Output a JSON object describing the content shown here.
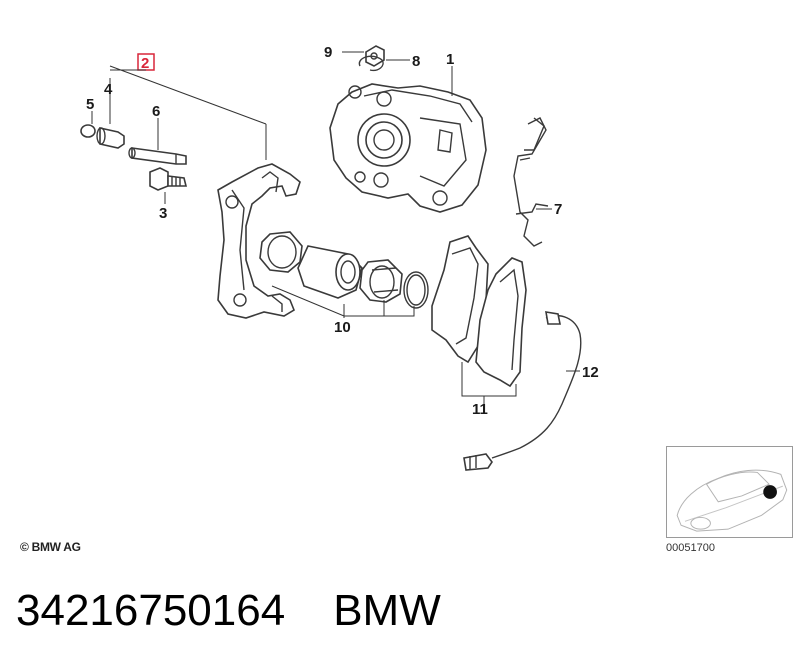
{
  "callouts": {
    "n1": "1",
    "n2": "2",
    "n3": "3",
    "n4": "4",
    "n5": "5",
    "n6": "6",
    "n7": "7",
    "n8": "8",
    "n9": "9",
    "n10": "10",
    "n11": "11",
    "n12": "12"
  },
  "colors": {
    "highlight": "#d9263a",
    "line": "#3a3a3a"
  },
  "copyright": "© BMW AG",
  "thumbnail": {
    "code": "00051700"
  },
  "footer": {
    "part_number": "34216750164",
    "brand": "BMW"
  }
}
